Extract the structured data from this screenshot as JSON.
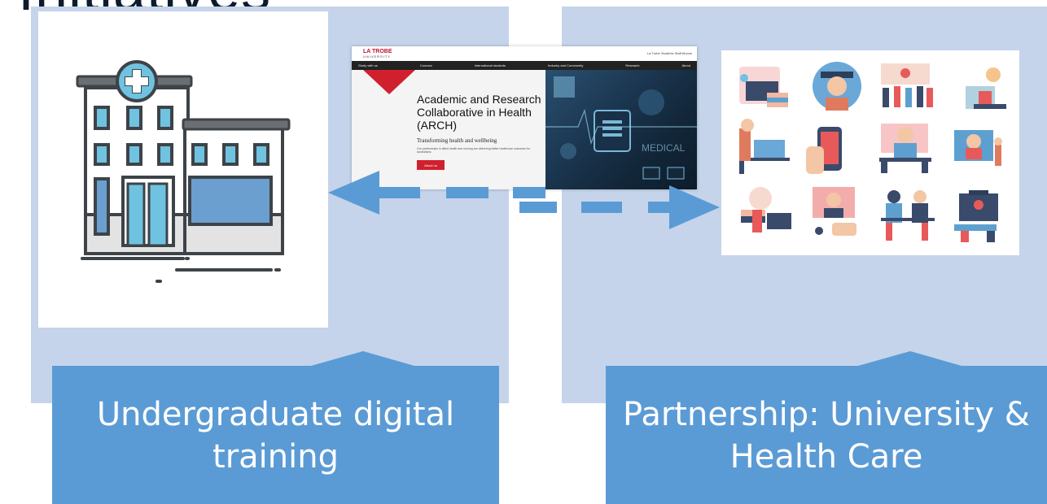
{
  "heading": {
    "text": "Initiatives"
  },
  "left_callout": {
    "label": "Undergraduate digital training"
  },
  "right_callout": {
    "label": "Partnership: University & Health Care"
  },
  "website": {
    "brand": "LA TROBE",
    "brand_sub": "UNIVERSITY",
    "util_links": "La Trobe Students   Staff   Alumni",
    "nav": [
      "Study with us",
      "Courses",
      "International students",
      "Industry and Community",
      "Research",
      "About"
    ],
    "hero_title": "Academic and Research Collaborative in Health (ARCH)",
    "hero_subtitle": "Transforming health and wellbeing",
    "hero_desc": "Our partnerships in allied health and nursing are delivering better healthcare outcomes for Australians.",
    "hero_button": "About us",
    "overlay_word": "MEDICAL"
  },
  "colors": {
    "panel": "#c5d4ea",
    "callout": "#5b9bd5",
    "arrow": "#5b9bd5",
    "accent_red": "#d0202e"
  },
  "icons": [
    "hospital-icon",
    "education-people-icon-grid",
    "left-arrow-icon",
    "right-arrow-icon"
  ]
}
